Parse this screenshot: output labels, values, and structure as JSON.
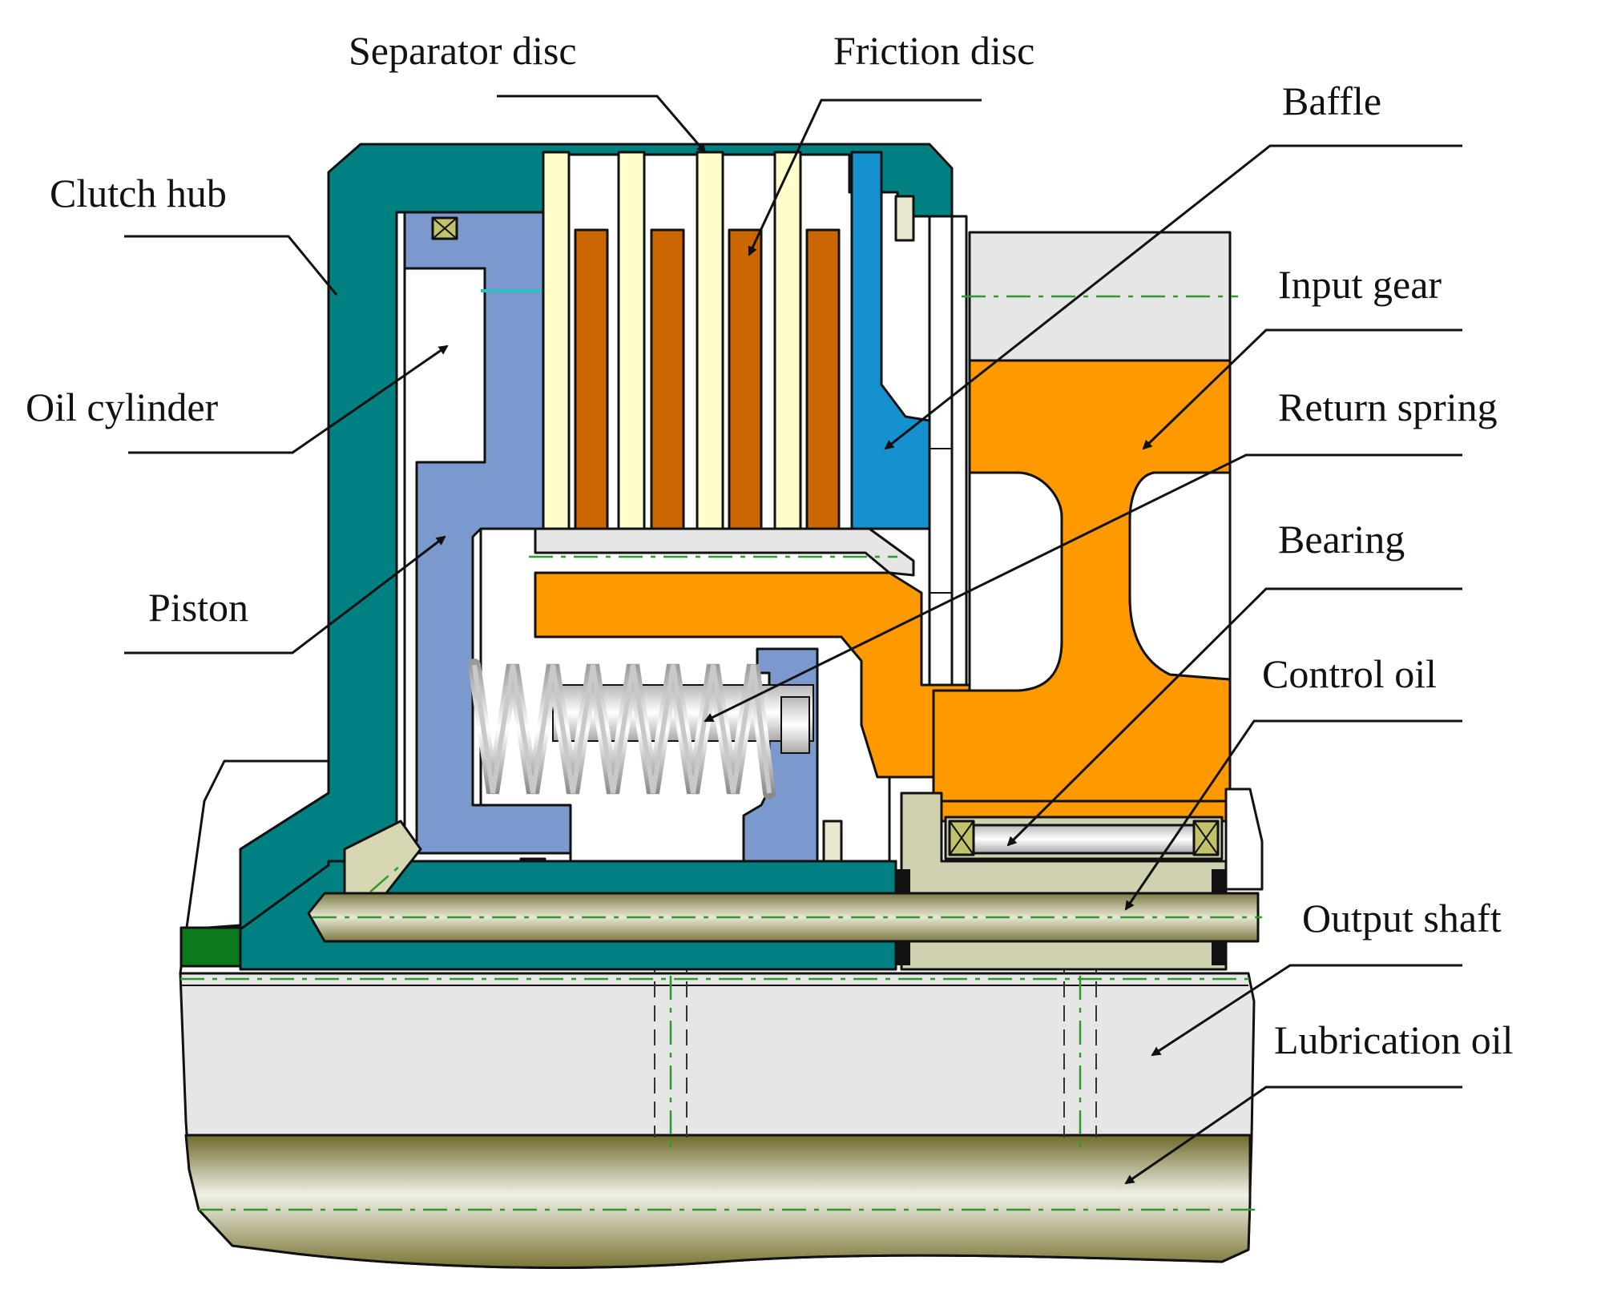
{
  "diagram": {
    "labels": {
      "separator_disc": "Separator disc",
      "friction_disc": "Friction disc",
      "baffle": "Baffle",
      "clutch_hub": "Clutch hub",
      "input_gear": "Input gear",
      "oil_cylinder": "Oil cylinder",
      "return_spring": "Return spring",
      "bearing": "Bearing",
      "piston": "Piston",
      "control_oil": "Control oil",
      "output_shaft": "Output shaft",
      "lubrication_oil": "Lubrication oil"
    },
    "colors": {
      "clutch_hub": "#008080",
      "piston": "#7b99cc",
      "separator_disc": "#ffffcc",
      "friction_disc": "#cc6600",
      "baffle": "#1591d0",
      "input_gear": "#ff9900",
      "gear_blank": "#e6e6e6",
      "output_shaft": "#e6e6e6",
      "oil_channel": "#bdbd96",
      "bearing_housing": "#cfd1b0",
      "seal": "#8a8a3c",
      "centerline": "#2e9a2e"
    }
  }
}
